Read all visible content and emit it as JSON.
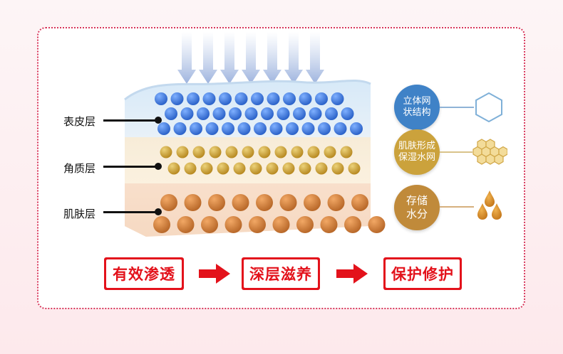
{
  "layers": {
    "epidermis": "表皮层",
    "stratum_corneum": "角质层",
    "dermis": "肌肤层"
  },
  "badges": {
    "network": "立体网\n状结构",
    "film": "肌肤形成\n保湿水网",
    "moisture": "存储\n水分"
  },
  "steps": [
    "有效渗透",
    "深层滋养",
    "保护修护"
  ],
  "colors": {
    "accent_red": "#e3121b",
    "frame_border": "#d8365a",
    "blue_badge": "#3f82c7",
    "gold_badge": "#cba23c",
    "brown_badge": "#c08a3a",
    "water_blue": "#3a74d6",
    "gold_ball": "#c9a038",
    "brown_ball": "#d2843a"
  },
  "icons": {
    "network": "hexagon-outline-icon",
    "film": "honeycomb-icon",
    "moisture": "water-drops-icon"
  }
}
